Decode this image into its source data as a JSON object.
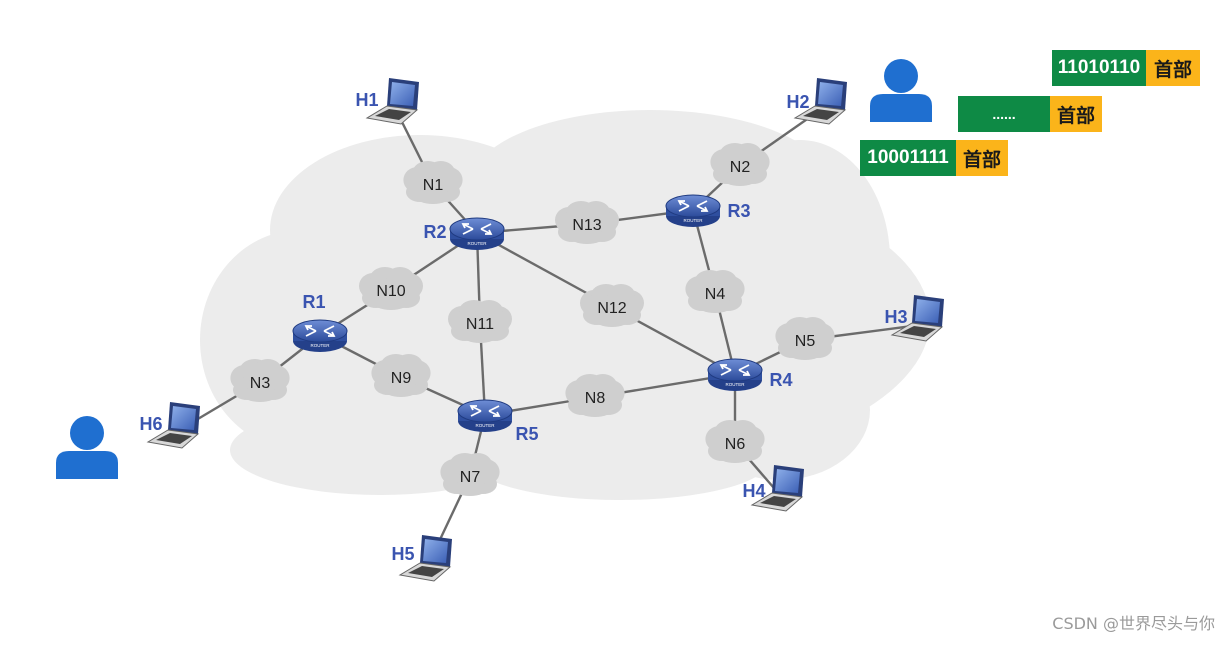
{
  "hosts": [
    {
      "label": "H1"
    },
    {
      "label": "H2"
    },
    {
      "label": "H3"
    },
    {
      "label": "H4"
    },
    {
      "label": "H5"
    },
    {
      "label": "H6"
    }
  ],
  "routers": [
    {
      "label": "R1"
    },
    {
      "label": "R2"
    },
    {
      "label": "R3"
    },
    {
      "label": "R4"
    },
    {
      "label": "R5"
    }
  ],
  "router_badge": "ROUTER",
  "networks": [
    {
      "label": "N1"
    },
    {
      "label": "N2"
    },
    {
      "label": "N3"
    },
    {
      "label": "N4"
    },
    {
      "label": "N5"
    },
    {
      "label": "N6"
    },
    {
      "label": "N7"
    },
    {
      "label": "N8"
    },
    {
      "label": "N9"
    },
    {
      "label": "N10"
    },
    {
      "label": "N11"
    },
    {
      "label": "N12"
    },
    {
      "label": "N13"
    }
  ],
  "packets": [
    {
      "payload": "11010110",
      "header": "首部"
    },
    {
      "payload": "......",
      "header": "首部"
    },
    {
      "payload": "10001111",
      "header": "首部"
    }
  ],
  "colors": {
    "payload": "#0e8a45",
    "header": "#fbb41a",
    "user": "#1f6fd0",
    "label": "#3a54b0",
    "cloud": "#ececec",
    "node_cloud": "#cfcfcf"
  },
  "watermark": "CSDN @世界尽头与你"
}
